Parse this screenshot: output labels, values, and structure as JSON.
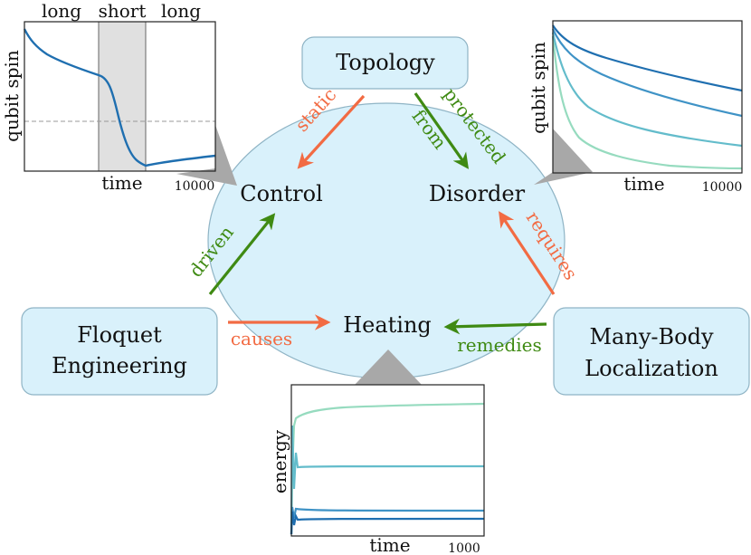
{
  "colors": {
    "ellipse_fill": "#d9f1fb",
    "box_fill": "#d9f1fb",
    "box_stroke": "#8fb4c5",
    "orange": "#f26b43",
    "green": "#3f8a13",
    "gray_pointer": "#a8a8a8",
    "shade": "#e0e0e0",
    "series_1": "#1f6fb0",
    "series_2": "#3f93c6",
    "series_3": "#63bccb",
    "series_4": "#96dbbf"
  },
  "nodes": {
    "topology": "Topology",
    "control": "Control",
    "disorder": "Disorder",
    "heating": "Heating",
    "floquet_line1": "Floquet",
    "floquet_line2": "Engineering",
    "mbl_line1": "Many-Body",
    "mbl_line2": "Localization"
  },
  "edges": {
    "static": "static",
    "protected": "protected",
    "from": "from",
    "driven": "driven",
    "requires": "requires",
    "causes": "causes",
    "remedies": "remedies"
  },
  "plot_control": {
    "top_labels": [
      "long",
      "short",
      "long"
    ],
    "ylabel": "qubit spin",
    "xlabel": "time",
    "x_max_label": "10000"
  },
  "plot_disorder": {
    "ylabel": "qubit spin",
    "xlabel": "time",
    "x_max_label": "10000"
  },
  "plot_heating": {
    "ylabel": "energy",
    "xlabel": "time",
    "x_max_label": "1000"
  }
}
